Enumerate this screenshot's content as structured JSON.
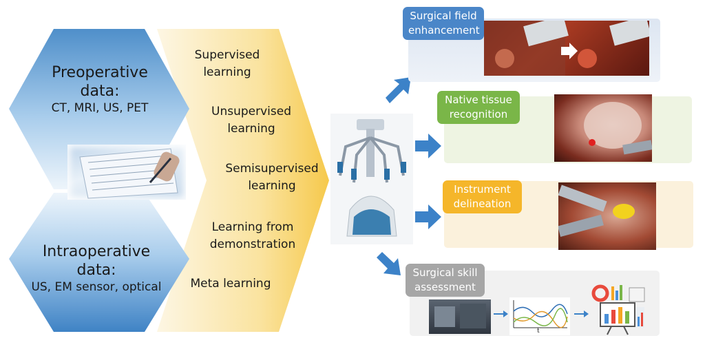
{
  "preoperative": {
    "title": "Preoperative data:",
    "sources": "CT, MRI, US, PET"
  },
  "intraoperative": {
    "title": "Intraoperative data:",
    "sources": "US, EM sensor, optical"
  },
  "learning_methods": [
    "Supervised learning",
    "Unsupervised learning",
    "Semisupervised learning",
    "Learning from demonstration",
    "Meta learning"
  ],
  "applications": [
    {
      "label": "Surgical field enhancement",
      "color": "#4a86c8"
    },
    {
      "label": "Native tissue recognition",
      "color": "#7ab648"
    },
    {
      "label": "Instrument delineation",
      "color": "#f5b62a"
    },
    {
      "label": "Surgical skill assessment",
      "color": "#a6a6a6"
    }
  ],
  "plot_axis_label": "t",
  "colors": {
    "hexagon_blue": "#4f93cf",
    "funnel_yellow": "#f7cf61",
    "arrow_blue": "#3c82c8"
  }
}
